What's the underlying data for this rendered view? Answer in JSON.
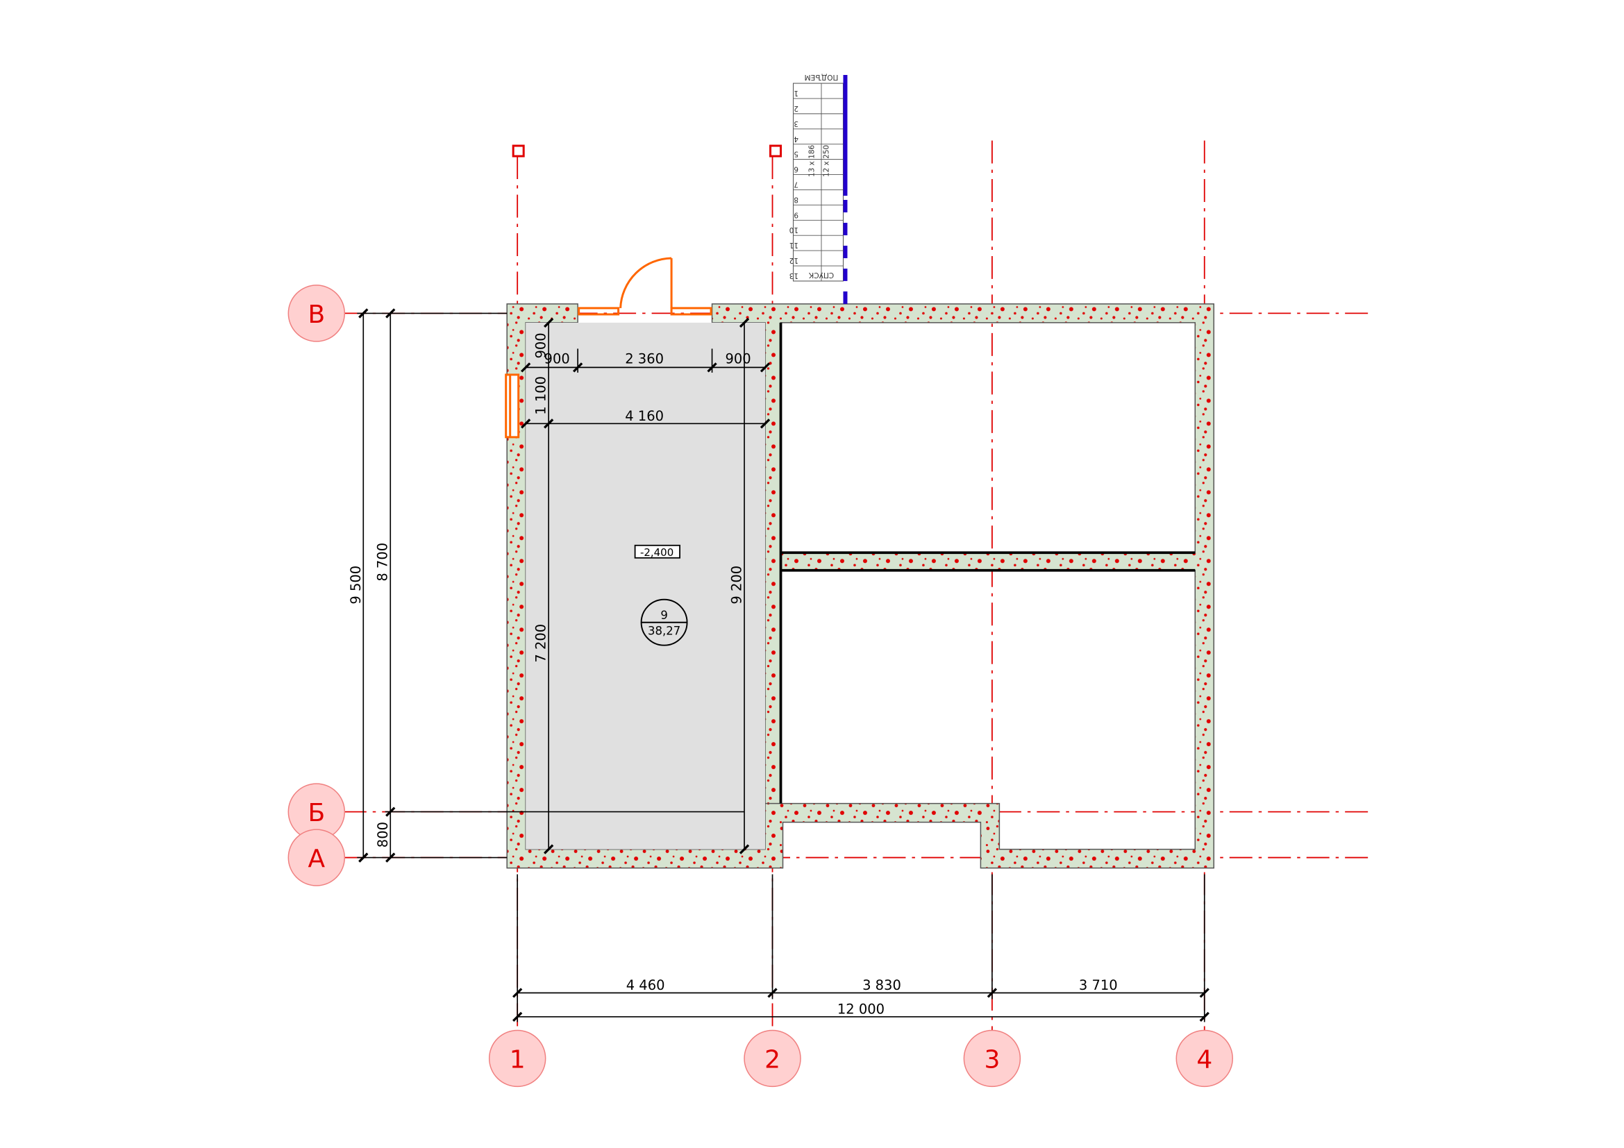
{
  "axes": {
    "columns": [
      "1",
      "2",
      "3",
      "4"
    ],
    "rows": [
      "В",
      "Б",
      "А"
    ]
  },
  "dimensions": {
    "bottom_segments": [
      "4 460",
      "3 830",
      "3 710"
    ],
    "bottom_total": "12 000",
    "left_total": "9 500",
    "left_main": "8 700",
    "left_small": "800",
    "interior": {
      "door_left": "900",
      "door_width": "2 360",
      "door_right": "900",
      "room_width": "4 160",
      "top_offset": "900",
      "window_offset": "1 100",
      "room_length": "7 200",
      "room_length_total": "9 200"
    }
  },
  "room": {
    "level_mark": "-2,400",
    "number": "9",
    "area": "38,27"
  },
  "stair": {
    "top_label": "ПОДЪЕМ",
    "bottom_label": "СПУСК",
    "steps": [
      "1",
      "2",
      "3",
      "4",
      "5",
      "6",
      "7",
      "8",
      "9",
      "10",
      "11",
      "12",
      "13"
    ],
    "spec_a": "13 x 186",
    "spec_b": "12 x 250"
  },
  "colors": {
    "axis": "#e00000",
    "bubble_fill": "#ffd0d0",
    "wall_fill": "#d6e4d0",
    "room_fill": "#e0e0e0",
    "door": "#ff6600",
    "stair_rail": "#2200cc"
  }
}
